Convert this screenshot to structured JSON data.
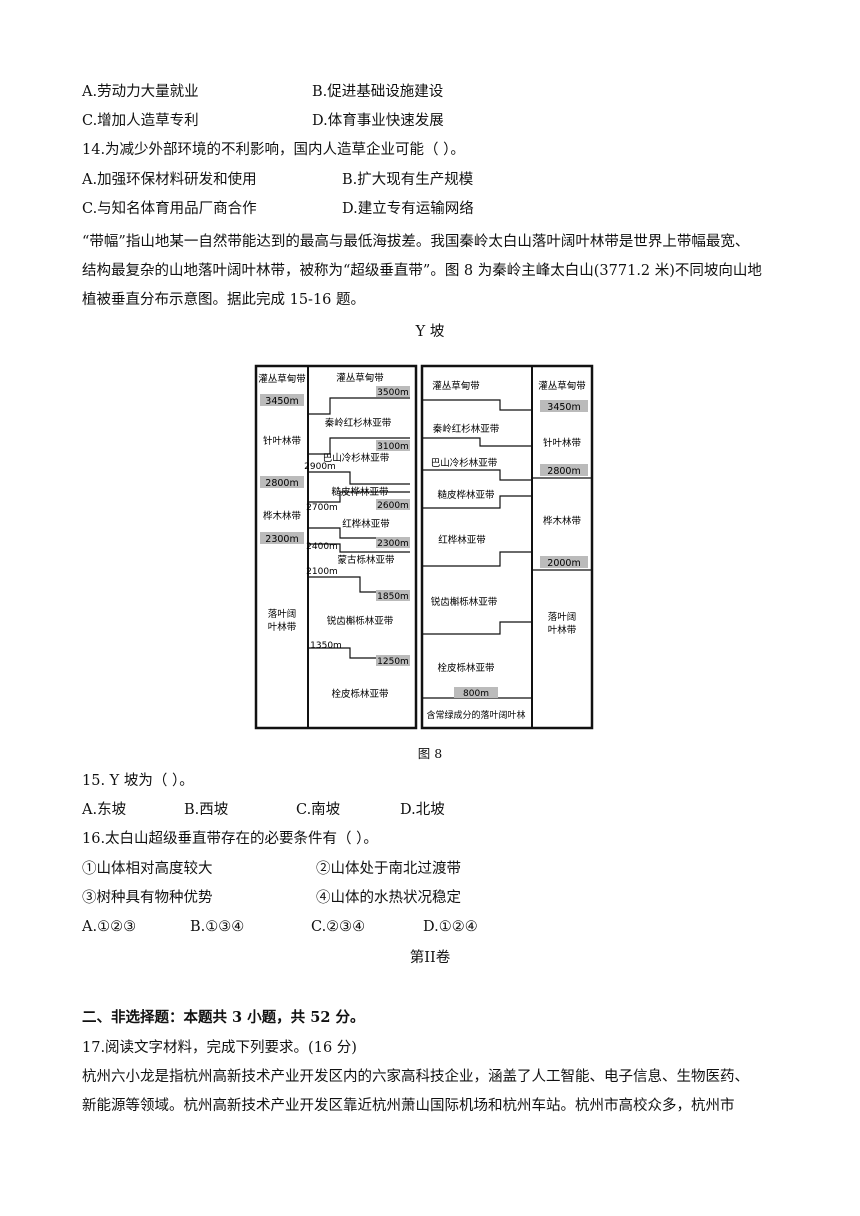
{
  "q13_options": {
    "a": "A.劳动力大量就业",
    "b": "B.促进基础设施建设",
    "c": "C.增加人造草专利",
    "d": "D.体育事业快速发展"
  },
  "q14": {
    "stem": "14.为减少外部环境的不利影响，国内人造草企业可能（ ）。",
    "a": "A.加强环保材料研发和使用",
    "b": "B.扩大现有生产规模",
    "c": "C.与知名体育用品厂商合作",
    "d": "D.建立专有运输网络"
  },
  "intro": {
    "line1": "“带幅”指山地某一自然带能达到的最高与最低海拔差。我国秦岭太白山落叶阔叶林带是世界上带幅最宽、",
    "line2": "结构最复杂的山地落叶阔叶林带，被称为“超级垂直带”。图 8 为秦岭主峰太白山(3771.2 米)不同坡向山地",
    "line3": "植被垂直分布示意图。据此完成 15-16 题。"
  },
  "figure": {
    "title": "Y 坡",
    "caption": "图 8",
    "left_outer": [
      "灌丛草甸带",
      "针叶林带",
      "桦木林带",
      "落叶阔",
      "叶林带"
    ],
    "left_outer_marks": [
      "3450m",
      "2800m",
      "2300m"
    ],
    "left_inner": [
      "灌丛草甸带",
      "秦岭红杉林亚带",
      "巴山冷杉林亚带",
      "糙皮桦林亚带",
      "红桦林亚带",
      "蒙古栎林亚带",
      "锐齿槲栎林亚带",
      "栓皮栎林亚带"
    ],
    "left_inner_marks_right": [
      "3500m",
      "3100m",
      "2600m",
      "2300m",
      "1850m",
      "1250m"
    ],
    "left_inner_marks_left": [
      "2900m",
      "2700m",
      "2400m",
      "2100m",
      "1350m"
    ],
    "right_inner": [
      "灌丛草甸带",
      "秦岭红杉林亚带",
      "巴山冷杉林亚带",
      "糙皮桦林亚带",
      "红桦林亚带",
      "锐齿槲栎林亚带",
      "栓皮栎林亚带",
      "含常绿成分的落叶阔叶林"
    ],
    "right_inner_mark": "800m",
    "right_outer": [
      "灌丛草甸带",
      "针叶林带",
      "桦木林带",
      "落叶阔",
      "叶林带"
    ],
    "right_outer_marks": [
      "3450m",
      "2800m",
      "2000m"
    ]
  },
  "q15": {
    "stem": "15. Y 坡为（ ）。",
    "a": "A.东坡",
    "b": "B.西坡",
    "c": "C.南坡",
    "d": "D.北坡"
  },
  "q16": {
    "stem": "16.太白山超级垂直带存在的必要条件有（ ）。",
    "s1": "①山体相对高度较大",
    "s2": "②山体处于南北过渡带",
    "s3": "③树种具有物种优势",
    "s4": "④山体的水热状况稳定",
    "a": "A.①②③",
    "b": "B.①③④",
    "c": "C.②③④",
    "d": "D.①②④"
  },
  "volume2": "第II卷",
  "section2": "二、非选择题：本题共 3 小题，共 52 分。",
  "q17": {
    "stem": "17.阅读文字材料，完成下列要求。(16 分)",
    "line1": "杭州六小龙是指杭州高新技术产业开发区内的六家高科技企业，涵盖了人工智能、电子信息、生物医药、",
    "line2": "新能源等领域。杭州高新技术产业开发区靠近杭州萧山国际机场和杭州车站。杭州市高校众多，杭州市"
  }
}
